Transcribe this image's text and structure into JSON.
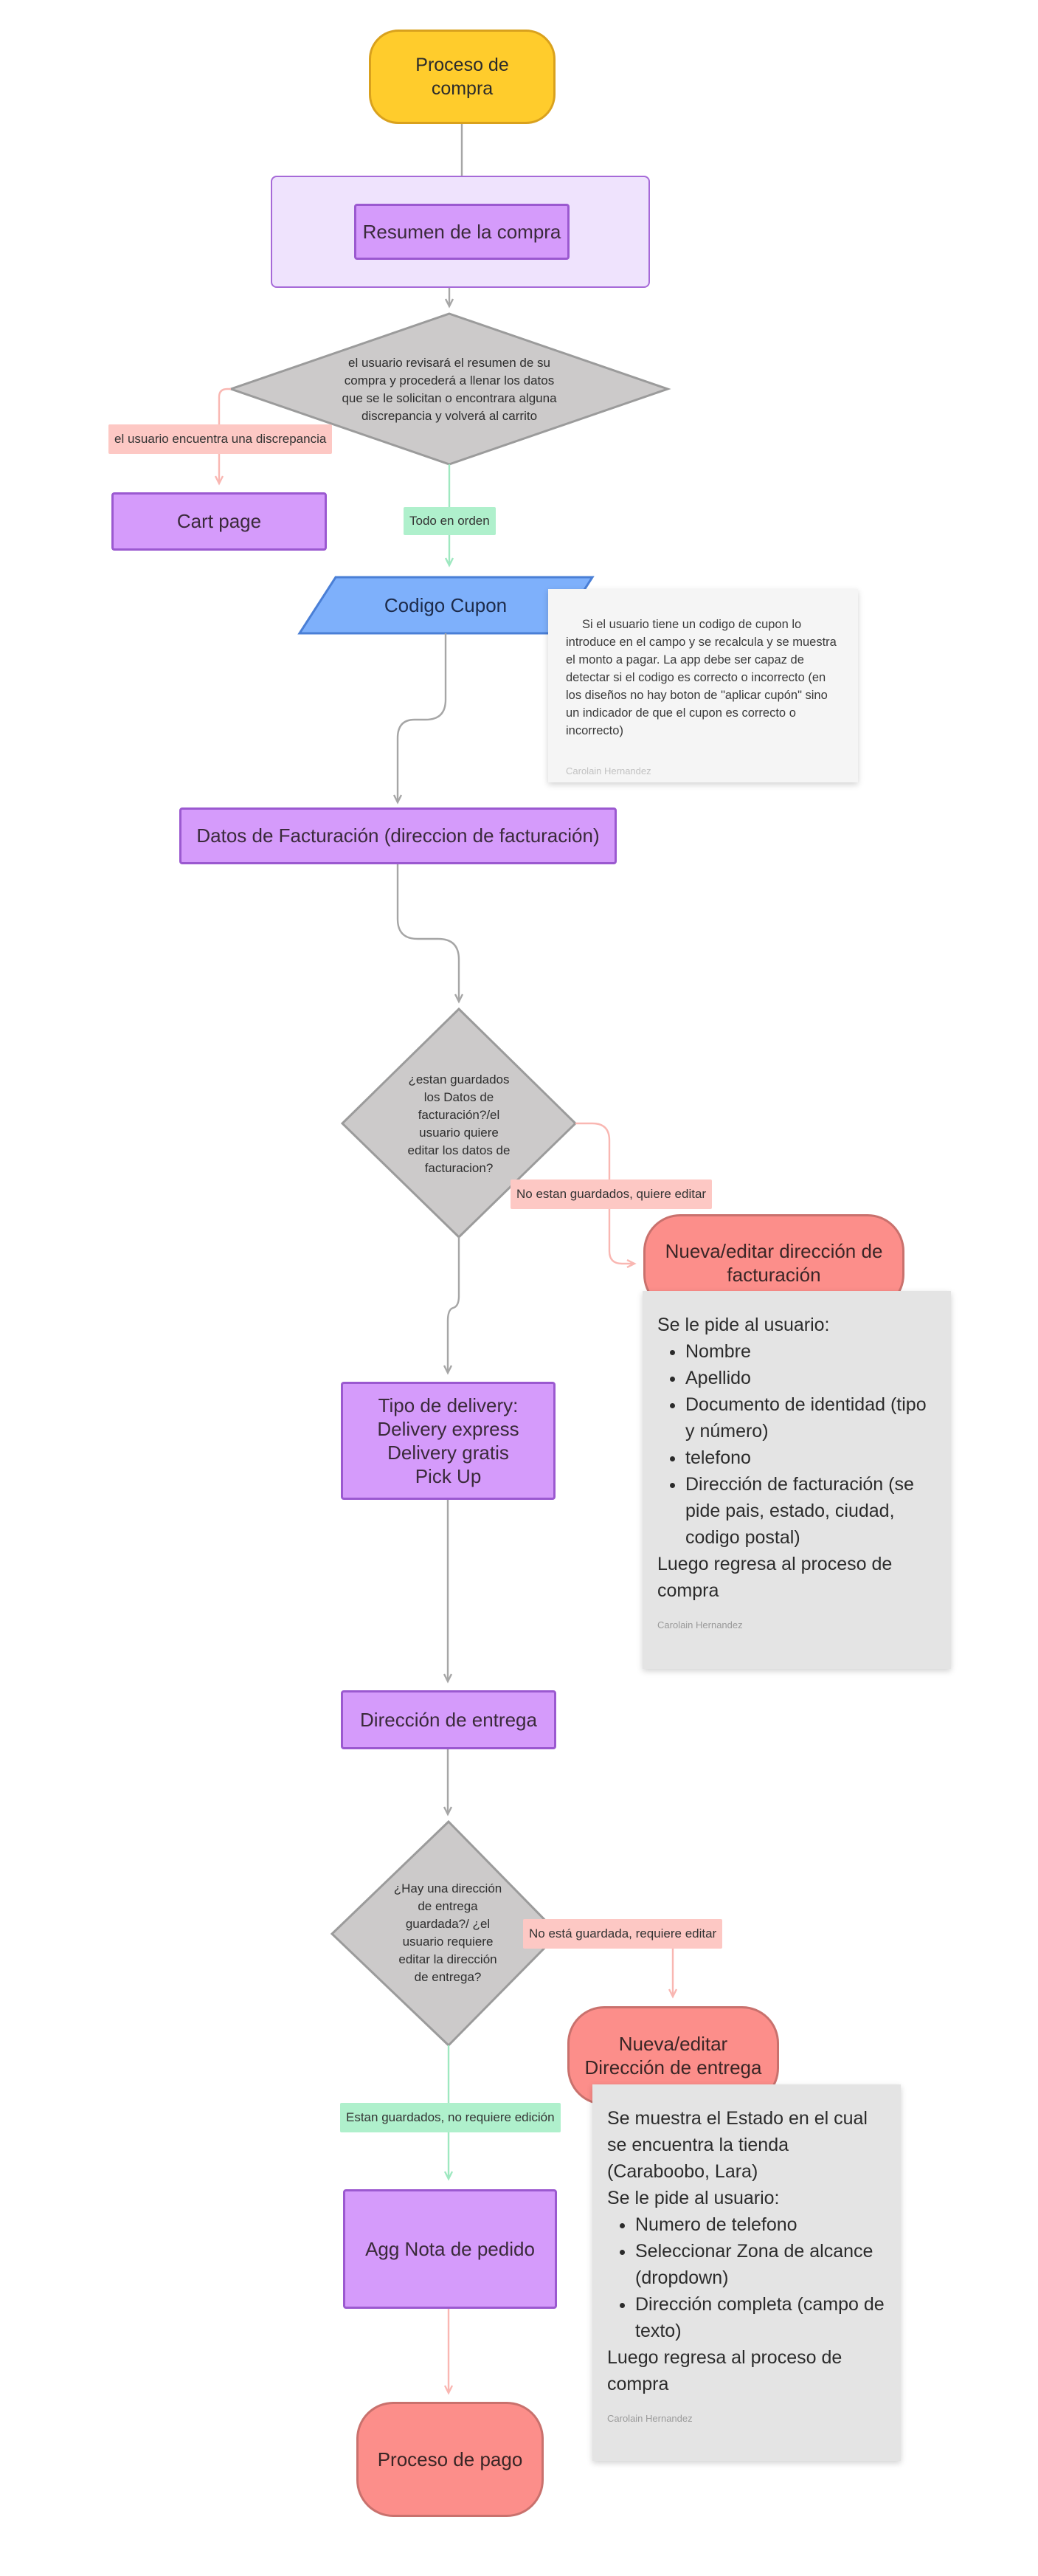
{
  "colors": {
    "process_fill": "#d59bfb",
    "process_border": "#9b59d0",
    "start_fill": "#ffcc2c",
    "end_fill": "#fc8e8a",
    "decision_fill": "#cccaca",
    "input_fill": "#7eb0fb",
    "section_fill": "#efe3fd",
    "tag_red": "#fdc8c4",
    "tag_green": "#aff0cc",
    "arrow_grey": "#a6a6a6",
    "arrow_red": "#f9b7b2",
    "arrow_green": "#9ee8c0"
  },
  "nodes": {
    "start": "Proceso de compra",
    "resumen": "Resumen de la compra",
    "decision_resumen": "el usuario revisará el resumen de su compra y procederá a llenar los datos que se le solicitan o encontrara alguna discrepancia y volverá al carrito",
    "cart_page": "Cart page",
    "codigo_cupon": "Codigo Cupon",
    "datos_facturacion": "Datos de Facturación (direccion de facturación)",
    "decision_facturacion": "¿estan guardados los Datos de facturación?/el usuario quiere editar los datos de facturacion?",
    "editar_facturacion": "Nueva/editar dirección de facturación",
    "tipo_delivery": [
      "Tipo de delivery:",
      "Delivery express",
      "Delivery gratis",
      "Pick Up"
    ],
    "direccion_entrega": "Dirección de entrega",
    "decision_entrega": "¿Hay una dirección de entrega guardada?/ ¿el usuario requiere editar la dirección de entrega?",
    "editar_entrega": "Nueva/editar Dirección de entrega",
    "nota_pedido": "Agg Nota de pedido",
    "proceso_pago": "Proceso de pago"
  },
  "tags": {
    "discrepancia": "el usuario encuentra una discrepancia",
    "todo_en_orden": "Todo en orden",
    "no_guardados_facturacion": "No estan guardados, quiere editar",
    "no_guardada_entrega": "No está guardada, requiere editar",
    "guardados_entrega": "Estan guardados, no requiere edición"
  },
  "notes": {
    "cupon": {
      "text": "Si el usuario tiene un codigo de cupon lo introduce en el campo y se recalcula y se muestra el monto a pagar. La app debe ser capaz de detectar si el codigo es correcto o incorrecto (en los diseños no hay boton de \"aplicar cupón\" sino un indicador de que el cupon es correcto o incorrecto)",
      "author": "Carolain Hernandez"
    },
    "facturacion": {
      "intro": "Se le pide al usuario:",
      "items": [
        "Nombre",
        "Apellido",
        "Documento de identidad (tipo y número)",
        "telefono",
        "Dirección de facturación (se pide pais, estado, ciudad, codigo postal)"
      ],
      "outro": "Luego regresa al proceso de compra",
      "author": "Carolain Hernandez"
    },
    "entrega": {
      "intro1": "Se muestra el Estado en el cual se encuentra la tienda (Caraboobo, Lara)",
      "intro2": "Se le pide al usuario:",
      "items": [
        "Numero de telefono",
        "Seleccionar Zona de alcance (dropdown)",
        "Dirección completa (campo de texto)"
      ],
      "outro": "Luego regresa al proceso de compra",
      "author": "Carolain Hernandez"
    }
  }
}
